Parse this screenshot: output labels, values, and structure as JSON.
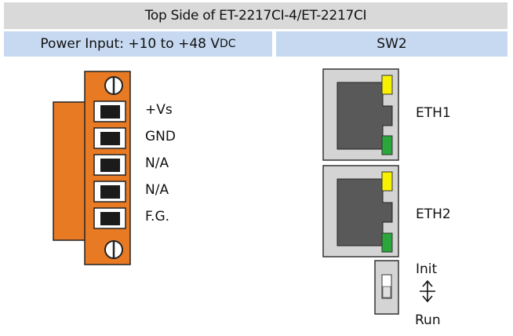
{
  "title": "Top Side of ET-2217CI-4/ET-2217CI",
  "power_header": {
    "prefix": "Power Input: +10 to +48 V",
    "suffix": "DC"
  },
  "switch_header": "SW2",
  "terminal_pins": [
    "+Vs",
    "GND",
    "N/A",
    "N/A",
    "F.G."
  ],
  "ports": [
    "ETH1",
    "ETH2"
  ],
  "switch": {
    "top_label": "Init",
    "bottom_label": "Run"
  },
  "colors": {
    "title_bg": "#d9d9d9",
    "header_bg": "#c6d9f1",
    "terminal_orange": "#e87a24",
    "led_yellow": "#f7f000",
    "led_green": "#2aa63a",
    "rj45_frame": "#d4d4d4",
    "rj45_body": "#595959"
  }
}
